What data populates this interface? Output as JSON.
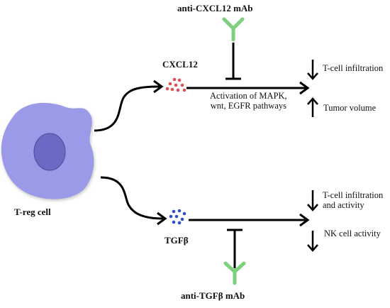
{
  "cell": {
    "label": "T-reg cell",
    "fill": "#9a9ae8",
    "nucleus_fill": "#6a6ac4"
  },
  "upper_pathway": {
    "molecule": {
      "label": "CXCL12",
      "dot_color": "#e05050"
    },
    "antibody": {
      "label": "anti-CXCL12 mAb",
      "color": "#7ed07e"
    },
    "mechanism_line1": "Activation of  MAPK,",
    "mechanism_line2": "wnt, EGFR pathways",
    "effects": [
      {
        "direction": "down",
        "text": "T-cell infiltration"
      },
      {
        "direction": "up",
        "text": "Tumor volume"
      }
    ]
  },
  "lower_pathway": {
    "molecule": {
      "label": "TGFβ",
      "dot_color": "#3050d0"
    },
    "antibody": {
      "label": "anti-TGFβ mAb",
      "color": "#7ed07e"
    },
    "effects": [
      {
        "direction": "down",
        "text_line1": "T-cell infiltration",
        "text_line2": "and activity"
      },
      {
        "direction": "down",
        "text": "NK cell activity"
      }
    ]
  }
}
